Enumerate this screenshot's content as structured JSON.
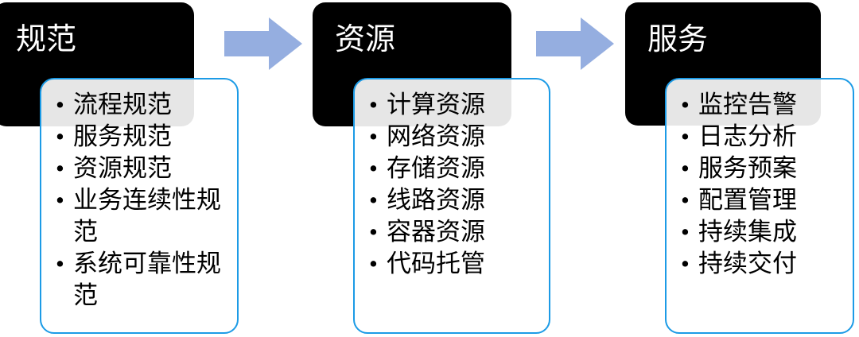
{
  "diagram": {
    "type": "process-flow",
    "orientation": "left-to-right",
    "colors": {
      "title_card_fill": "#000000",
      "title_text": "#ffffff",
      "list_card_fill": "#ffffff",
      "list_card_border": "#1C9BE6",
      "overlap_tint": "#E8E8E8",
      "arrow_fill": "#95AEE0",
      "bullet_text": "#000000"
    },
    "groups": [
      {
        "id": "group-specification",
        "title": "规范",
        "items": [
          "流程规范",
          "服务规范",
          "资源规范",
          "业务连续性规范",
          "系统可靠性规范"
        ]
      },
      {
        "id": "group-resource",
        "title": "资源",
        "items": [
          "计算资源",
          "网络资源",
          "存储资源",
          "线路资源",
          "容器资源",
          "代码托管"
        ]
      },
      {
        "id": "group-service",
        "title": "服务",
        "items": [
          "监控告警",
          "日志分析",
          "服务预案",
          "配置管理",
          "持续集成",
          "持续交付"
        ]
      }
    ],
    "connectors": [
      {
        "id": "arrow-1",
        "shape": "right-arrow",
        "from": "group-specification",
        "to": "group-resource"
      },
      {
        "id": "arrow-2",
        "shape": "right-arrow",
        "from": "group-resource",
        "to": "group-service"
      }
    ],
    "bullet_glyph": "•"
  }
}
